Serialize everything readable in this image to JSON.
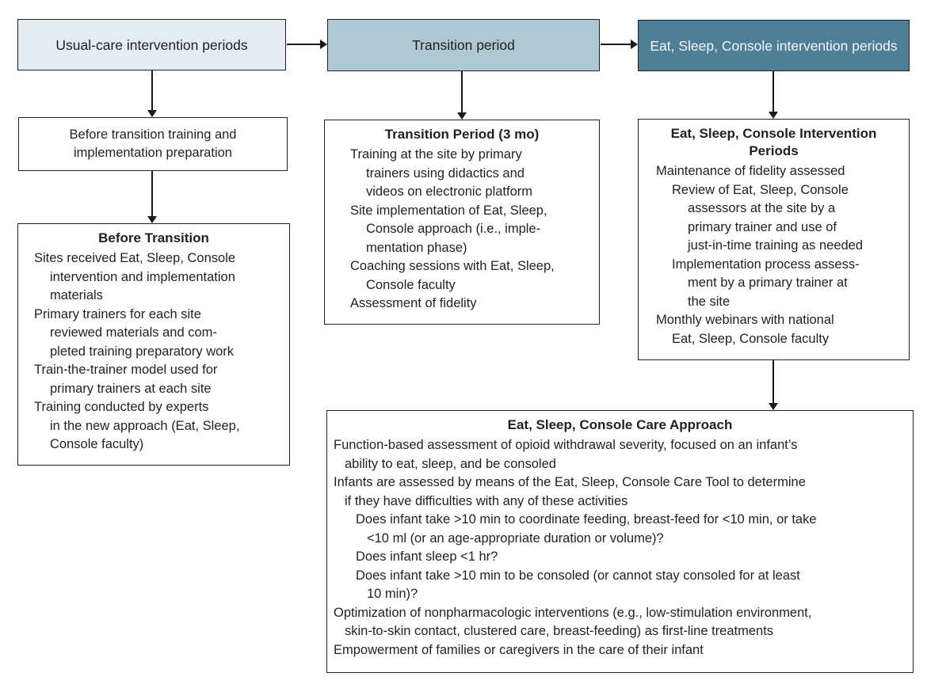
{
  "palette": {
    "usual_care_bg": "#e3ecf3",
    "transition_bg": "#aec7d3",
    "esc_bg": "#4e7f97",
    "esc_text": "#f2f6f8",
    "border": "#231f20",
    "text": "#231f20"
  },
  "headers": {
    "usual_care": "Usual-care intervention periods",
    "transition": "Transition period",
    "esc": "Eat, Sleep, Console intervention periods"
  },
  "boxes": {
    "pre_transition": {
      "text": "Before transition training and implementation preparation"
    },
    "before_transition": {
      "title": "Before Transition",
      "lines": [
        {
          "t": "Sites received Eat, Sleep, Console",
          "i": 0
        },
        {
          "t": "intervention and implementation",
          "i": 1
        },
        {
          "t": "materials",
          "i": 1
        },
        {
          "t": "Primary trainers for each site",
          "i": 0
        },
        {
          "t": "reviewed materials and com-",
          "i": 1
        },
        {
          "t": "pleted training preparatory work",
          "i": 1
        },
        {
          "t": "Train-the-trainer model used for",
          "i": 0
        },
        {
          "t": "primary trainers at each site",
          "i": 1
        },
        {
          "t": "Training conducted by experts",
          "i": 0
        },
        {
          "t": "in the new approach (Eat, Sleep,",
          "i": 1
        },
        {
          "t": "Console faculty)",
          "i": 1
        }
      ]
    },
    "transition_period": {
      "title": "Transition Period (3 mo)",
      "lines": [
        {
          "t": "Training at the site by primary",
          "i": 0
        },
        {
          "t": "trainers using didactics and",
          "i": 1
        },
        {
          "t": "videos on electronic platform",
          "i": 1
        },
        {
          "t": "Site implementation of Eat, Sleep,",
          "i": 0
        },
        {
          "t": "Console approach (i.e., imple-",
          "i": 1
        },
        {
          "t": "mentation phase)",
          "i": 1
        },
        {
          "t": "Coaching sessions with Eat, Sleep,",
          "i": 0
        },
        {
          "t": "Console faculty",
          "i": 1
        },
        {
          "t": "Assessment of fidelity",
          "i": 0
        }
      ]
    },
    "esc_periods": {
      "title": "Eat, Sleep, Console Intervention Periods",
      "lines": [
        {
          "t": "Maintenance of fidelity assessed",
          "i": 0
        },
        {
          "t": "Review of Eat, Sleep, Console",
          "i": 1
        },
        {
          "t": "assessors at the site by a",
          "i": 2
        },
        {
          "t": "primary trainer and use of",
          "i": 2
        },
        {
          "t": "just-in-time training as needed",
          "i": 2
        },
        {
          "t": "Implementation process assess-",
          "i": 1
        },
        {
          "t": "ment by a primary trainer at",
          "i": 2
        },
        {
          "t": "the site",
          "i": 2
        },
        {
          "t": "Monthly webinars with national",
          "i": 0
        },
        {
          "t": "Eat, Sleep, Console faculty",
          "i": 1
        }
      ]
    },
    "esc_care": {
      "title": "Eat, Sleep, Console Care Approach",
      "lines": [
        {
          "t": "Function-based assessment of opioid withdrawal severity, focused on an infant’s",
          "i": 0
        },
        {
          "t": "ability to eat, sleep, and be consoled",
          "i": 1
        },
        {
          "t": "Infants are assessed by means of the Eat, Sleep, Console Care Tool to determine",
          "i": 0
        },
        {
          "t": "if they have difficulties with any of these activities",
          "i": 1
        },
        {
          "t": "Does infant take >10 min to coordinate feeding, breast-feed for <10 min, or take",
          "i": 2
        },
        {
          "t": "<10 ml (or an age-appropriate duration or volume)?",
          "i": 3
        },
        {
          "t": "Does infant sleep <1 hr?",
          "i": 2
        },
        {
          "t": "Does infant take >10 min to be consoled (or cannot stay consoled for at least",
          "i": 2
        },
        {
          "t": "10 min)?",
          "i": 3
        },
        {
          "t": "Optimization of nonpharmacologic interventions (e.g., low-stimulation environment,",
          "i": 0
        },
        {
          "t": "skin-to-skin contact, clustered care, breast-feeding) as first-line treatments",
          "i": 1
        },
        {
          "t": "Empowerment of families or caregivers in the care of their infant",
          "i": 0
        }
      ]
    }
  }
}
